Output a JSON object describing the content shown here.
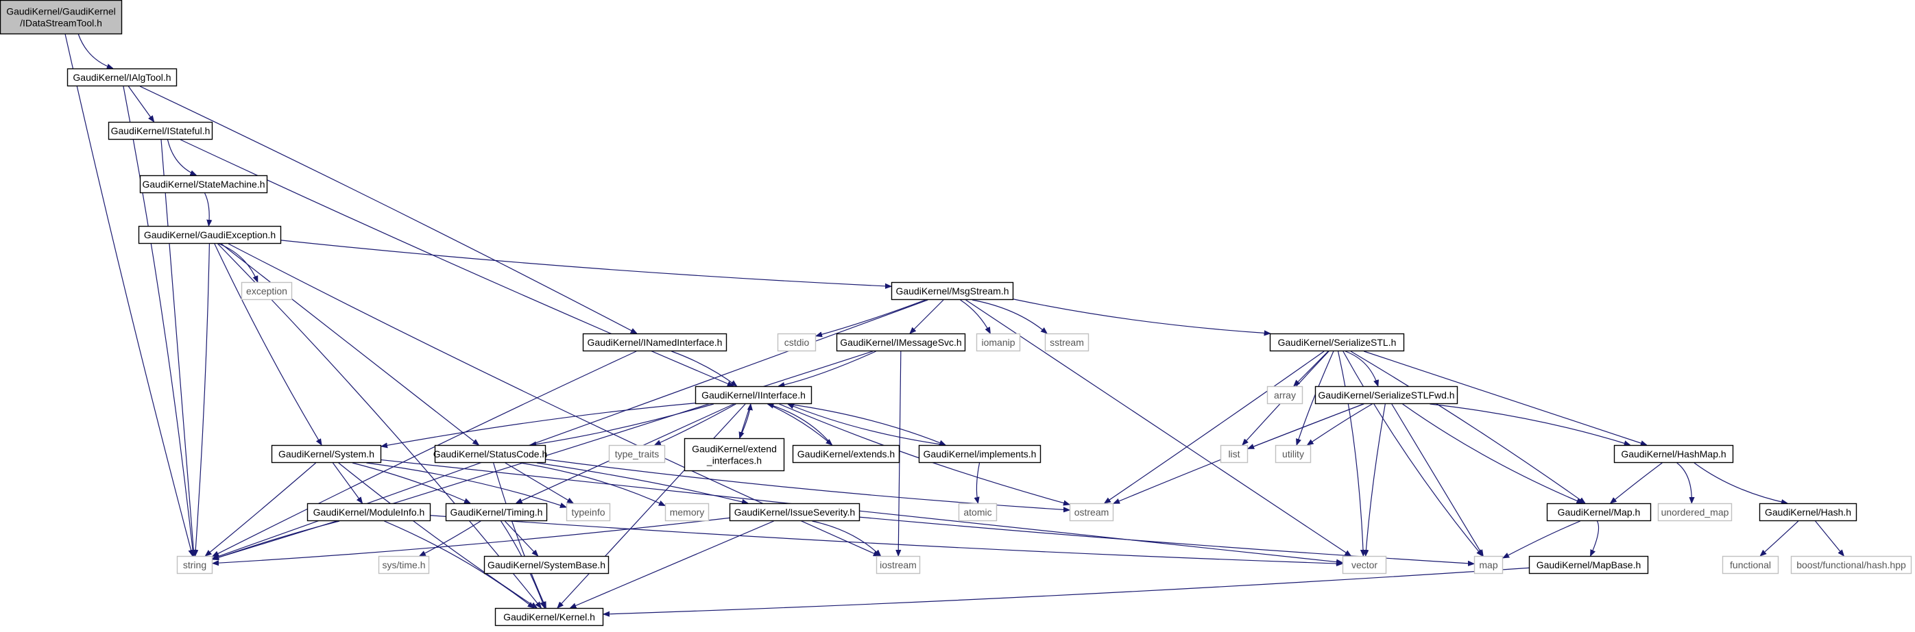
{
  "graph": {
    "title": "",
    "nodes": [
      {
        "id": "root",
        "lines": [
          "GaudiKernel/GaudiKernel",
          "/IDataStreamTool.h"
        ],
        "kind": "root"
      },
      {
        "id": "ialgtool",
        "lines": [
          "GaudiKernel/IAlgTool.h"
        ],
        "kind": "internal"
      },
      {
        "id": "istateful",
        "lines": [
          "GaudiKernel/IStateful.h"
        ],
        "kind": "internal"
      },
      {
        "id": "statemachine",
        "lines": [
          "GaudiKernel/StateMachine.h"
        ],
        "kind": "internal"
      },
      {
        "id": "gaudiexception",
        "lines": [
          "GaudiKernel/GaudiException.h"
        ],
        "kind": "internal"
      },
      {
        "id": "exception",
        "lines": [
          "exception"
        ],
        "kind": "external"
      },
      {
        "id": "msgstream",
        "lines": [
          "GaudiKernel/MsgStream.h"
        ],
        "kind": "internal"
      },
      {
        "id": "inamedinterface",
        "lines": [
          "GaudiKernel/INamedInterface.h"
        ],
        "kind": "internal"
      },
      {
        "id": "cstdio",
        "lines": [
          "cstdio"
        ],
        "kind": "external"
      },
      {
        "id": "imessagesvc",
        "lines": [
          "GaudiKernel/IMessageSvc.h"
        ],
        "kind": "internal"
      },
      {
        "id": "iomanip",
        "lines": [
          "iomanip"
        ],
        "kind": "external"
      },
      {
        "id": "sstream",
        "lines": [
          "sstream"
        ],
        "kind": "external"
      },
      {
        "id": "serializestl",
        "lines": [
          "GaudiKernel/SerializeSTL.h"
        ],
        "kind": "internal"
      },
      {
        "id": "array",
        "lines": [
          "array"
        ],
        "kind": "external"
      },
      {
        "id": "serializestlfwd",
        "lines": [
          "GaudiKernel/SerializeSTLFwd.h"
        ],
        "kind": "internal"
      },
      {
        "id": "iinterface",
        "lines": [
          "GaudiKernel/IInterface.h"
        ],
        "kind": "internal"
      },
      {
        "id": "system",
        "lines": [
          "GaudiKernel/System.h"
        ],
        "kind": "internal"
      },
      {
        "id": "statuscode",
        "lines": [
          "GaudiKernel/StatusCode.h"
        ],
        "kind": "internal"
      },
      {
        "id": "typetraits",
        "lines": [
          "type_traits"
        ],
        "kind": "external"
      },
      {
        "id": "extendinterfaces",
        "lines": [
          "GaudiKernel/extend",
          "_interfaces.h"
        ],
        "kind": "internal"
      },
      {
        "id": "extends",
        "lines": [
          "GaudiKernel/extends.h"
        ],
        "kind": "internal"
      },
      {
        "id": "implements",
        "lines": [
          "GaudiKernel/implements.h"
        ],
        "kind": "internal"
      },
      {
        "id": "list",
        "lines": [
          "list"
        ],
        "kind": "external"
      },
      {
        "id": "utility",
        "lines": [
          "utility"
        ],
        "kind": "external"
      },
      {
        "id": "hashmap",
        "lines": [
          "GaudiKernel/HashMap.h"
        ],
        "kind": "internal"
      },
      {
        "id": "moduleinfo",
        "lines": [
          "GaudiKernel/ModuleInfo.h"
        ],
        "kind": "internal"
      },
      {
        "id": "timing",
        "lines": [
          "GaudiKernel/Timing.h"
        ],
        "kind": "internal"
      },
      {
        "id": "typeinfo",
        "lines": [
          "typeinfo"
        ],
        "kind": "external"
      },
      {
        "id": "memory",
        "lines": [
          "memory"
        ],
        "kind": "external"
      },
      {
        "id": "issueseverity",
        "lines": [
          "GaudiKernel/IssueSeverity.h"
        ],
        "kind": "internal"
      },
      {
        "id": "atomic",
        "lines": [
          "atomic"
        ],
        "kind": "external"
      },
      {
        "id": "ostream",
        "lines": [
          "ostream"
        ],
        "kind": "external"
      },
      {
        "id": "map_h",
        "lines": [
          "GaudiKernel/Map.h"
        ],
        "kind": "internal"
      },
      {
        "id": "unorderedmap",
        "lines": [
          "unordered_map"
        ],
        "kind": "external"
      },
      {
        "id": "hash_h",
        "lines": [
          "GaudiKernel/Hash.h"
        ],
        "kind": "internal"
      },
      {
        "id": "string",
        "lines": [
          "string"
        ],
        "kind": "external"
      },
      {
        "id": "systime",
        "lines": [
          "sys/time.h"
        ],
        "kind": "external"
      },
      {
        "id": "systembase",
        "lines": [
          "GaudiKernel/SystemBase.h"
        ],
        "kind": "internal"
      },
      {
        "id": "iostream",
        "lines": [
          "iostream"
        ],
        "kind": "external"
      },
      {
        "id": "vector",
        "lines": [
          "vector"
        ],
        "kind": "external"
      },
      {
        "id": "map",
        "lines": [
          "map"
        ],
        "kind": "external"
      },
      {
        "id": "mapbase",
        "lines": [
          "GaudiKernel/MapBase.h"
        ],
        "kind": "internal"
      },
      {
        "id": "functional",
        "lines": [
          "functional"
        ],
        "kind": "external"
      },
      {
        "id": "boosthash",
        "lines": [
          "boost/functional/hash.hpp"
        ],
        "kind": "external"
      },
      {
        "id": "kernel",
        "lines": [
          "GaudiKernel/Kernel.h"
        ],
        "kind": "internal"
      }
    ],
    "edges": [
      [
        "root",
        "ialgtool"
      ],
      [
        "root",
        "string"
      ],
      [
        "ialgtool",
        "istateful"
      ],
      [
        "ialgtool",
        "inamedinterface"
      ],
      [
        "ialgtool",
        "string"
      ],
      [
        "istateful",
        "statemachine"
      ],
      [
        "istateful",
        "iinterface"
      ],
      [
        "istateful",
        "string"
      ],
      [
        "statemachine",
        "gaudiexception"
      ],
      [
        "gaudiexception",
        "exception"
      ],
      [
        "gaudiexception",
        "msgstream"
      ],
      [
        "gaudiexception",
        "system"
      ],
      [
        "gaudiexception",
        "statuscode"
      ],
      [
        "gaudiexception",
        "string"
      ],
      [
        "gaudiexception",
        "kernel"
      ],
      [
        "gaudiexception",
        "iostream"
      ],
      [
        "msgstream",
        "cstdio"
      ],
      [
        "msgstream",
        "imessagesvc"
      ],
      [
        "msgstream",
        "iomanip"
      ],
      [
        "msgstream",
        "sstream"
      ],
      [
        "msgstream",
        "serializestl"
      ],
      [
        "msgstream",
        "string"
      ],
      [
        "msgstream",
        "vector"
      ],
      [
        "inamedinterface",
        "iinterface"
      ],
      [
        "inamedinterface",
        "string"
      ],
      [
        "imessagesvc",
        "iinterface"
      ],
      [
        "imessagesvc",
        "string"
      ],
      [
        "imessagesvc",
        "iostream"
      ],
      [
        "serializestl",
        "array"
      ],
      [
        "serializestl",
        "serializestlfwd"
      ],
      [
        "serializestl",
        "list"
      ],
      [
        "serializestl",
        "utility"
      ],
      [
        "serializestl",
        "hashmap"
      ],
      [
        "serializestl",
        "map_h"
      ],
      [
        "serializestl",
        "vector"
      ],
      [
        "serializestl",
        "map"
      ],
      [
        "serializestl",
        "ostream"
      ],
      [
        "serializestlfwd",
        "list"
      ],
      [
        "serializestlfwd",
        "utility"
      ],
      [
        "serializestlfwd",
        "hashmap"
      ],
      [
        "serializestlfwd",
        "map_h"
      ],
      [
        "serializestlfwd",
        "vector"
      ],
      [
        "serializestlfwd",
        "map"
      ],
      [
        "serializestlfwd",
        "ostream"
      ],
      [
        "iinterface",
        "system"
      ],
      [
        "iinterface",
        "statuscode"
      ],
      [
        "iinterface",
        "typetraits"
      ],
      [
        "iinterface",
        "extendinterfaces"
      ],
      [
        "iinterface",
        "extends"
      ],
      [
        "iinterface",
        "implements"
      ],
      [
        "iinterface",
        "ostream"
      ],
      [
        "iinterface",
        "kernel"
      ],
      [
        "iinterface",
        "timing"
      ],
      [
        "extendinterfaces",
        "iinterface"
      ],
      [
        "extends",
        "iinterface"
      ],
      [
        "implements",
        "iinterface"
      ],
      [
        "implements",
        "atomic"
      ],
      [
        "system",
        "moduleinfo"
      ],
      [
        "system",
        "timing"
      ],
      [
        "system",
        "typeinfo"
      ],
      [
        "system",
        "string"
      ],
      [
        "system",
        "kernel"
      ],
      [
        "system",
        "vector"
      ],
      [
        "statuscode",
        "issueseverity"
      ],
      [
        "statuscode",
        "memory"
      ],
      [
        "statuscode",
        "ostream"
      ],
      [
        "statuscode",
        "kernel"
      ],
      [
        "statuscode",
        "typeinfo"
      ],
      [
        "moduleinfo",
        "string"
      ],
      [
        "moduleinfo",
        "kernel"
      ],
      [
        "moduleinfo",
        "vector"
      ],
      [
        "timing",
        "systime"
      ],
      [
        "timing",
        "systembase"
      ],
      [
        "timing",
        "kernel"
      ],
      [
        "issueseverity",
        "iostream"
      ],
      [
        "issueseverity",
        "string"
      ],
      [
        "issueseverity",
        "map"
      ],
      [
        "issueseverity",
        "kernel"
      ],
      [
        "hashmap",
        "map_h"
      ],
      [
        "hashmap",
        "unorderedmap"
      ],
      [
        "hashmap",
        "hash_h"
      ],
      [
        "hash_h",
        "functional"
      ],
      [
        "hash_h",
        "boosthash"
      ],
      [
        "map_h",
        "map"
      ],
      [
        "map_h",
        "mapbase"
      ],
      [
        "mapbase",
        "kernel"
      ]
    ]
  }
}
